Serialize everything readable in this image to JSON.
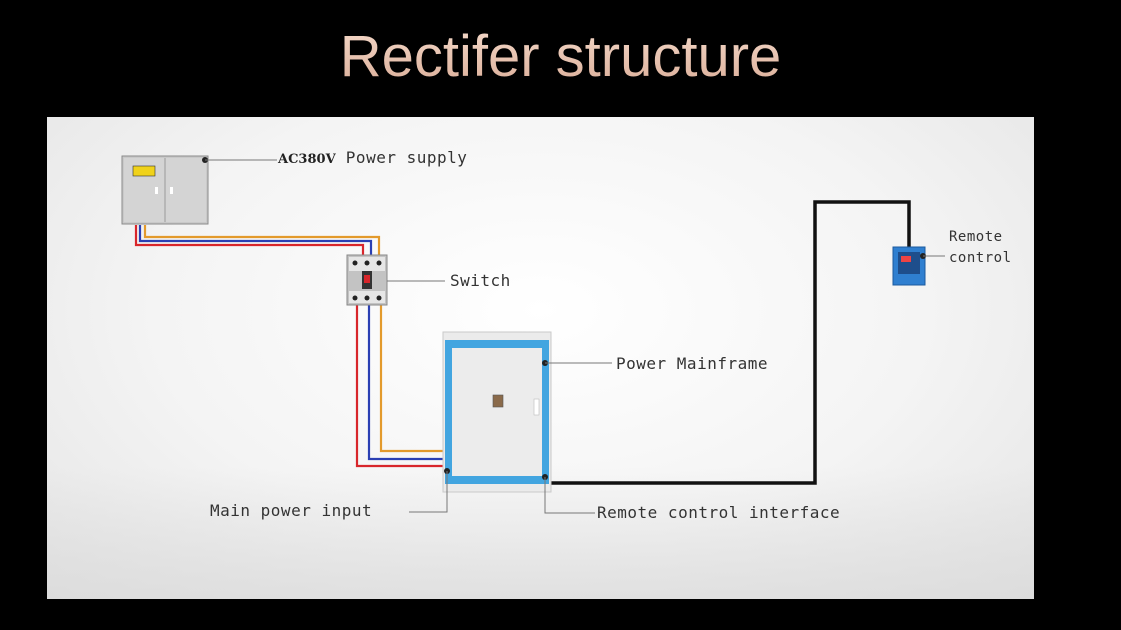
{
  "title": "Rectifer structure",
  "labels": {
    "power_supply_prefix": "AC380V",
    "power_supply": "Power supply",
    "switch": "Switch",
    "power_mainframe": "Power Mainframe",
    "main_power_input": "Main power input",
    "remote_control_interface": "Remote control interface",
    "remote_control": "Remote\ncontrol"
  },
  "colors": {
    "title": "#f1d3c4",
    "wire_red": "#d8262b",
    "wire_blue": "#2a3fb3",
    "wire_orange": "#e39a2c",
    "cabinet_frame": "#42a5e0",
    "remote_panel": "#2f7fd0"
  }
}
